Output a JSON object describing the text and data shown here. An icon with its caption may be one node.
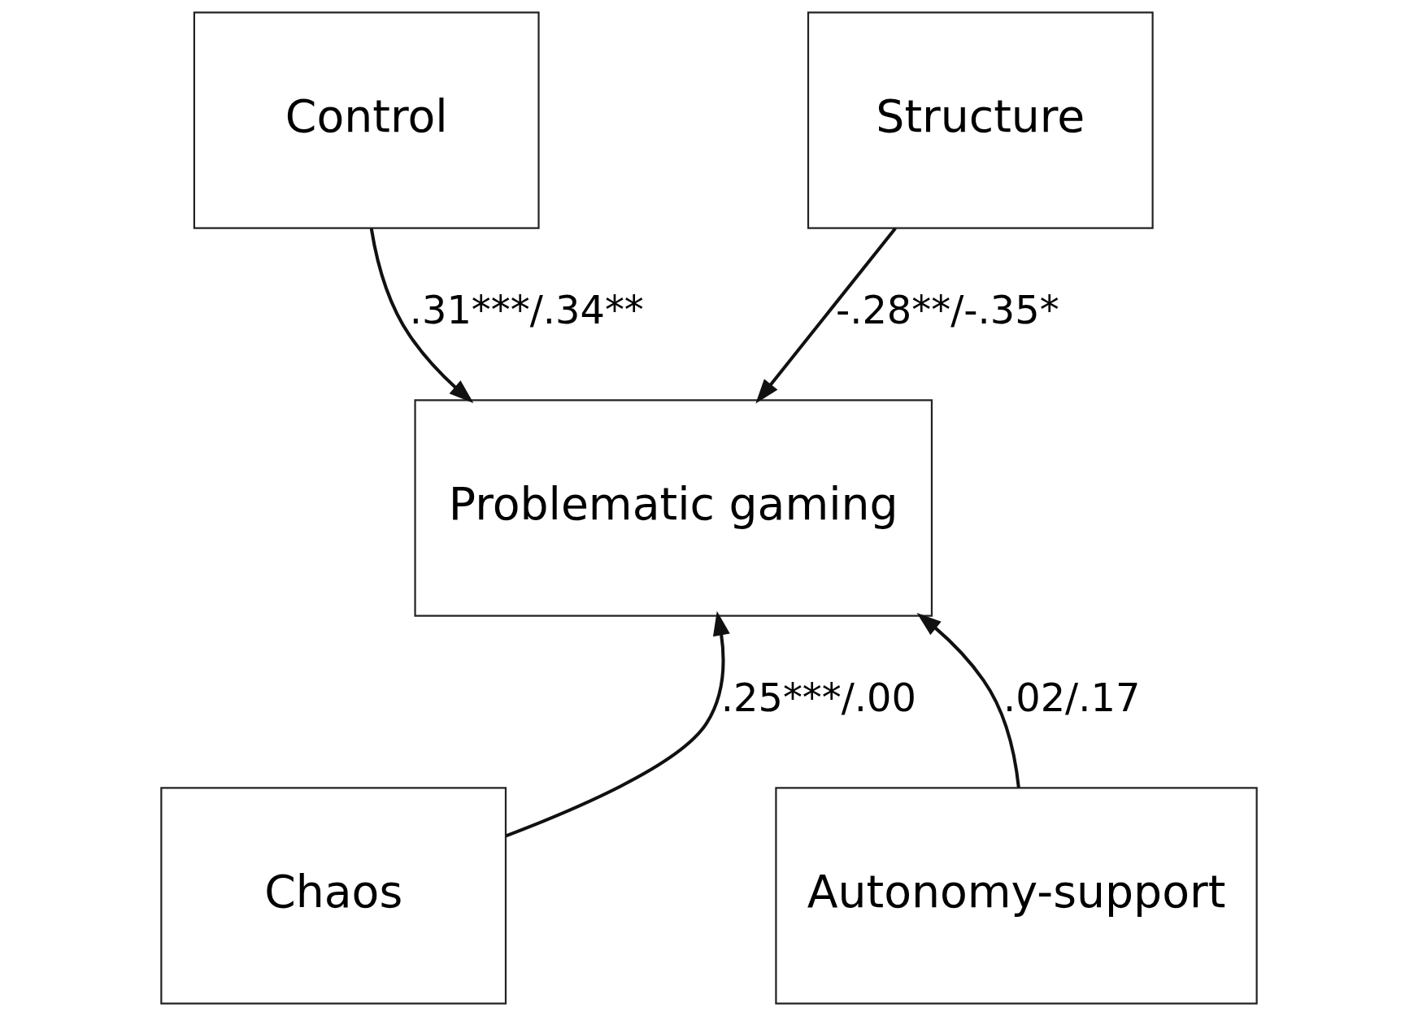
{
  "diagram": {
    "nodes": [
      {
        "text": [
          "Control"
        ]
      },
      {
        "text": [
          "Structure"
        ]
      },
      {
        "text": [
          "Problematic gaming"
        ]
      },
      {
        "text": [
          "Chaos"
        ]
      },
      {
        "text": [
          "Autonomy-support"
        ]
      }
    ],
    "edges": [
      {
        "from": 0,
        "to": 2,
        "arrow": "to",
        "label": ".31***/.34**"
      },
      {
        "from": 1,
        "to": 2,
        "arrow": "to",
        "label": "-.28**/-.35*"
      },
      {
        "from": 3,
        "to": 2,
        "arrow": "to",
        "label": ".25***/.00"
      },
      {
        "from": 4,
        "to": 2,
        "arrow": "to",
        "label": ".02/.17"
      }
    ]
  }
}
